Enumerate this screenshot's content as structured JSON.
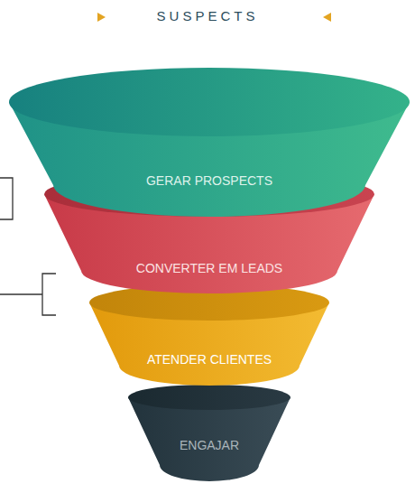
{
  "diagram": {
    "nodes": [
      {
        "text": [
          "GERAR PROSPECTS"
        ]
      },
      {
        "text": [
          "CONVERTER EM LEADS"
        ]
      },
      {
        "text": [
          "ATENDER CLIENTES"
        ]
      },
      {
        "text": [
          "ENGAJAR"
        ]
      }
    ],
    "labels": [
      "SUSPECTS"
    ]
  }
}
